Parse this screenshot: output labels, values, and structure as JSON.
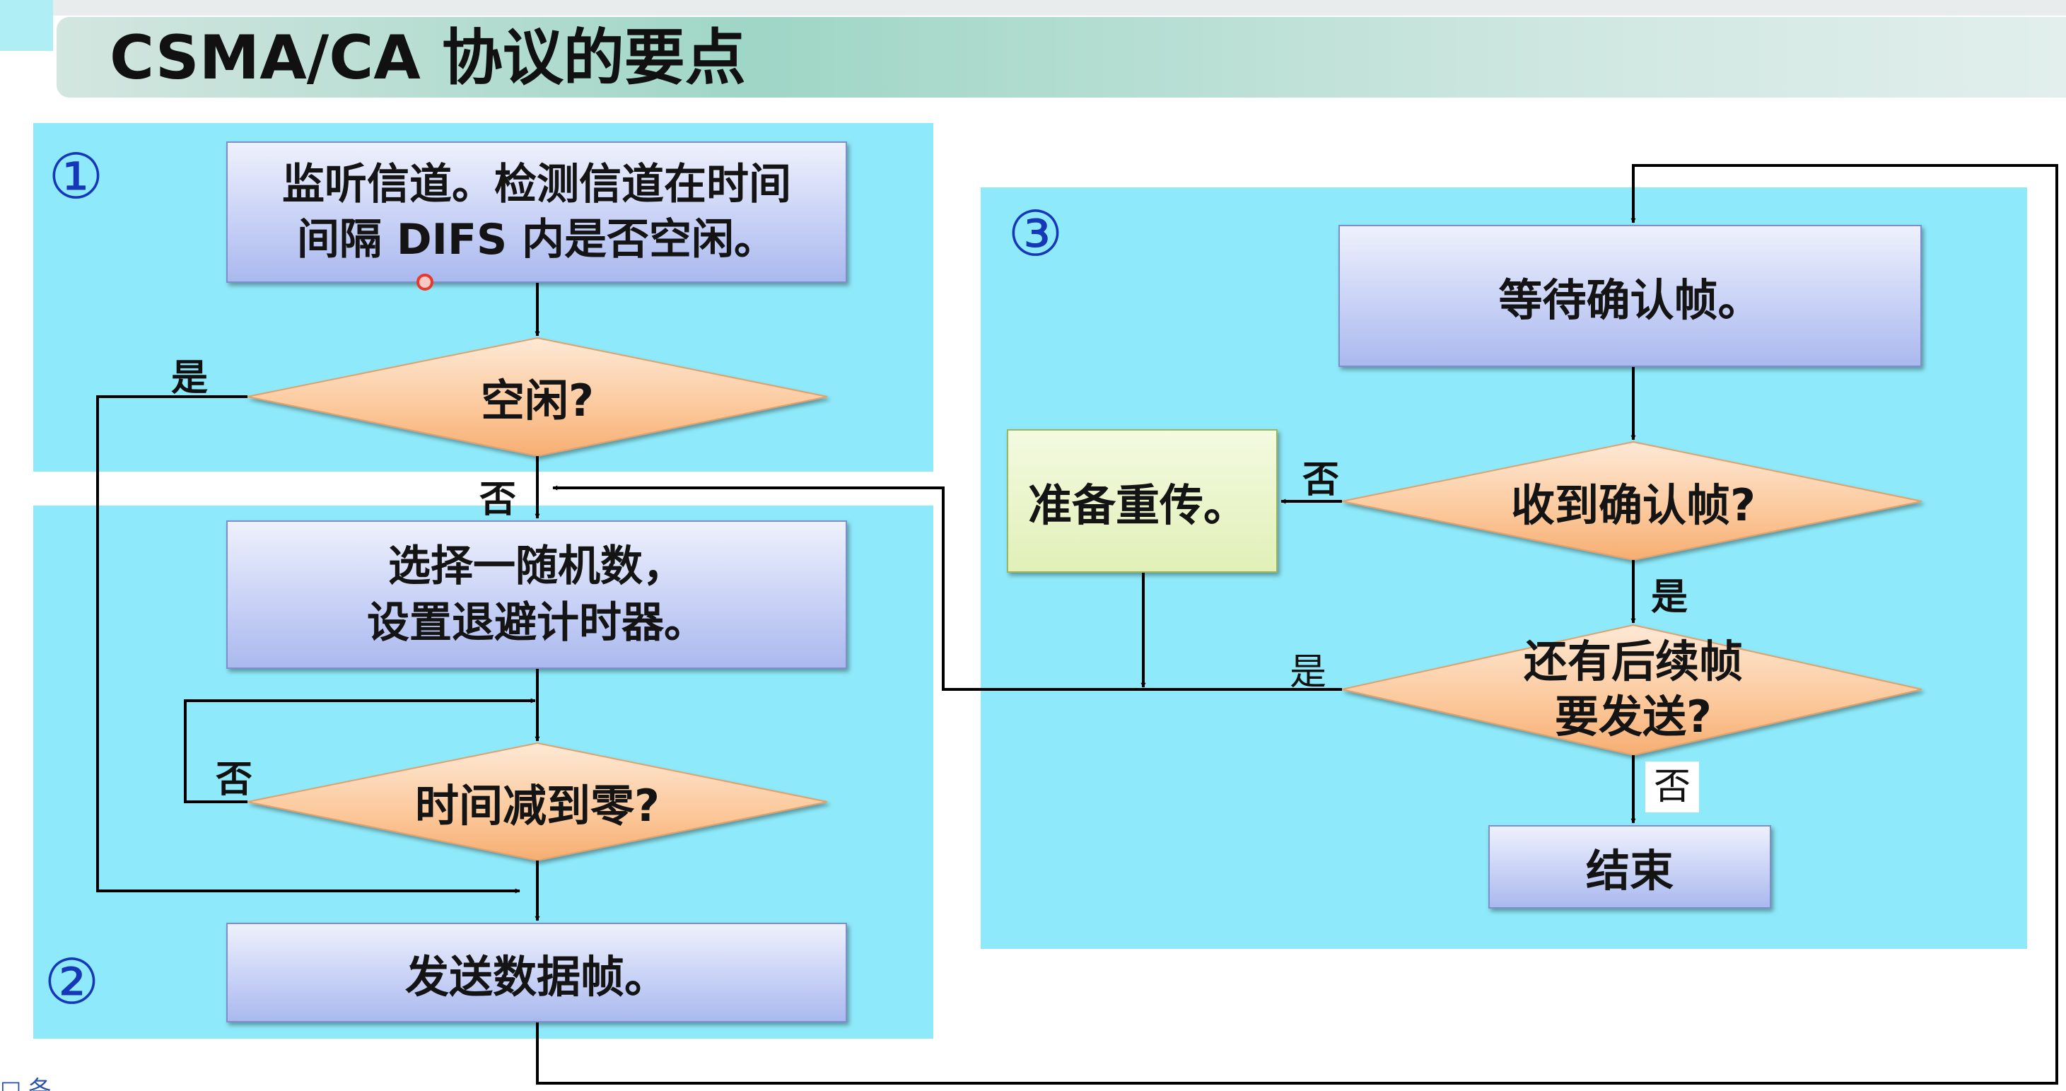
{
  "slide": {
    "title": "CSMA/CA 协议的要点",
    "footer_text": "□ 各"
  },
  "sections": [
    {
      "id": "1",
      "label": "①"
    },
    {
      "id": "2",
      "label": "②"
    },
    {
      "id": "3",
      "label": "③"
    }
  ],
  "nodes": {
    "listen": "监听信道。检测信道在时间\n间隔 DIFS 内是否空闲。",
    "idle_q": "空闲?",
    "random": "选择一随机数，\n设置退避计时器。",
    "zero_q": "时间减到零?",
    "send": "发送数据帧。",
    "wait_ack": "等待确认帧。",
    "ack_q": "收到确认帧?",
    "retransmit": "准备重传。",
    "more_q": "还有后续帧\n要发送?",
    "end": "结束"
  },
  "edge_labels": {
    "idle_yes": "是",
    "idle_no": "否",
    "zero_no": "否",
    "ack_no": "否",
    "ack_yes": "是",
    "more_yes": "是",
    "more_no": "否"
  },
  "colors": {
    "panel": "#8eeafa",
    "process_box": "#c9d2f6",
    "decision": "#fcc89b",
    "retransmit_box": "#e1f0b8",
    "section_number": "#1537b8"
  }
}
